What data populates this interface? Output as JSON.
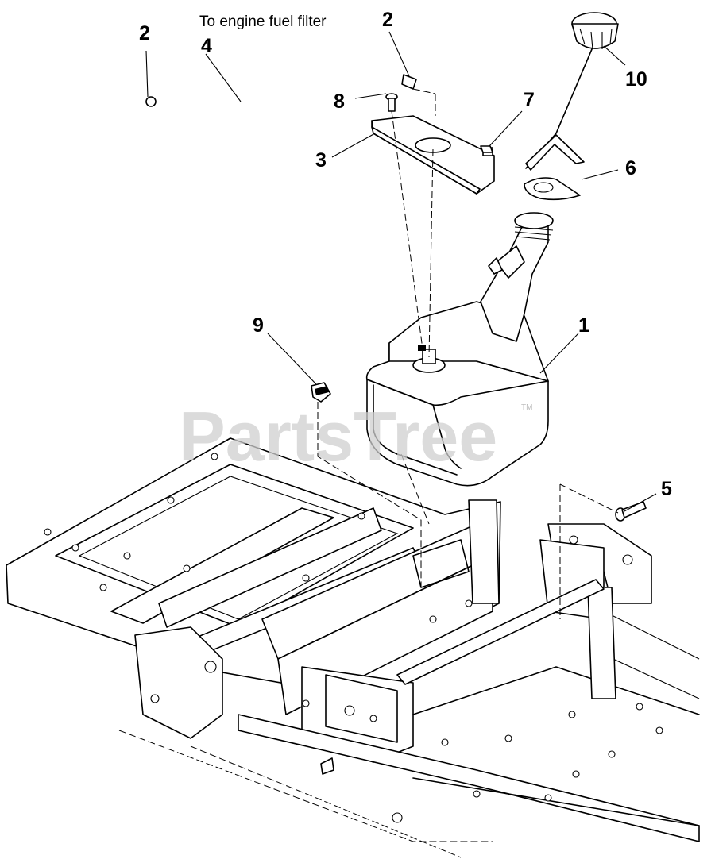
{
  "note": "To engine fuel filter",
  "watermark": "PartsTree",
  "trademark": "TM",
  "callouts": {
    "c2_left": "2",
    "c2_right": "2",
    "c4": "4",
    "c8": "8",
    "c7": "7",
    "c3": "3",
    "c10": "10",
    "c6": "6",
    "c9": "9",
    "c1": "1",
    "c5": "5"
  }
}
